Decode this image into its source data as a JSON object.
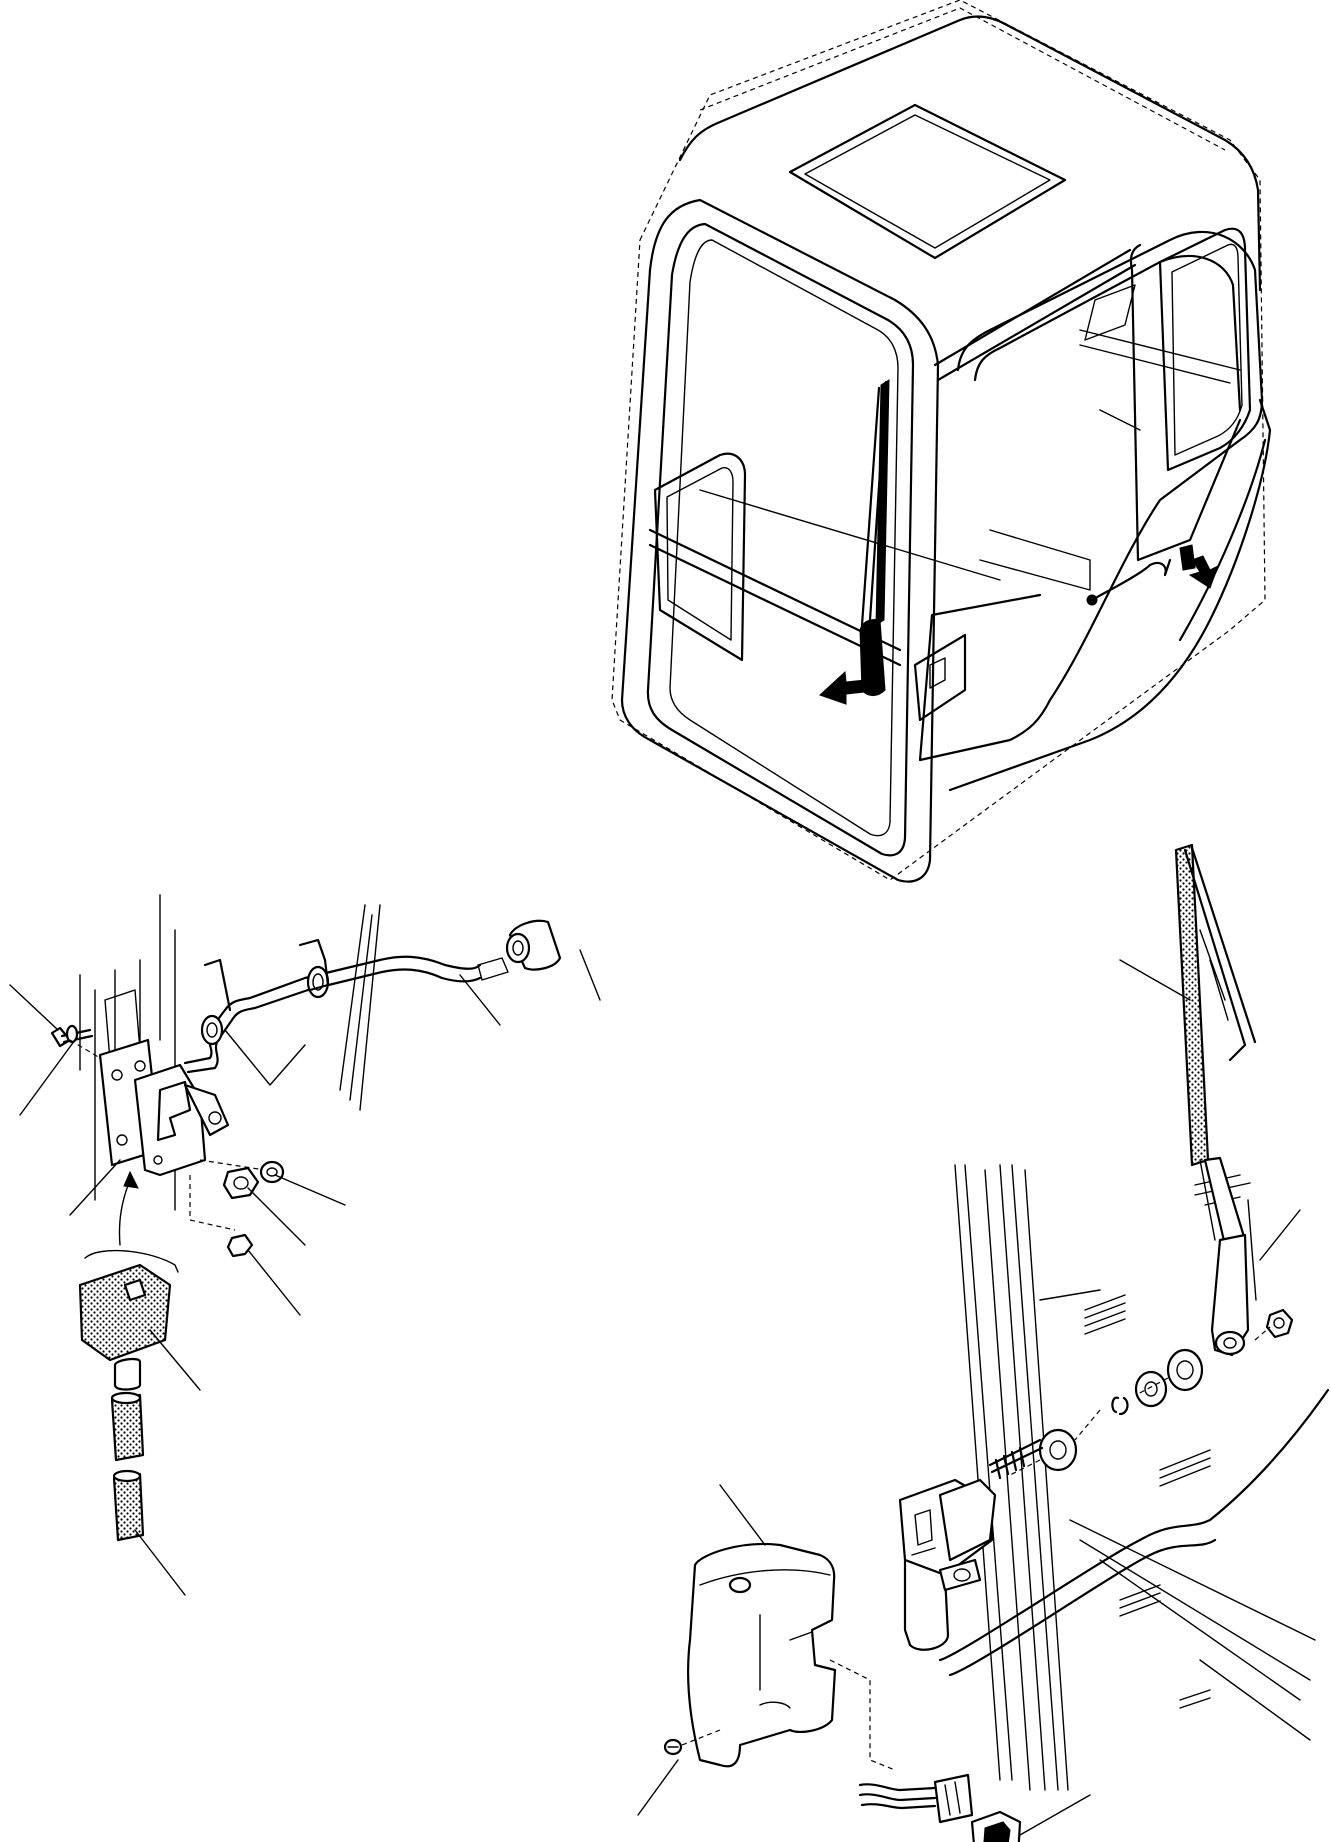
{
  "diagram": {
    "views": [
      {
        "id": "cab-overview"
      },
      {
        "id": "door-latch-exploded"
      },
      {
        "id": "wiper-assembly-exploded"
      }
    ],
    "colors": {
      "ink": "#000000",
      "paper": "#ffffff"
    }
  }
}
